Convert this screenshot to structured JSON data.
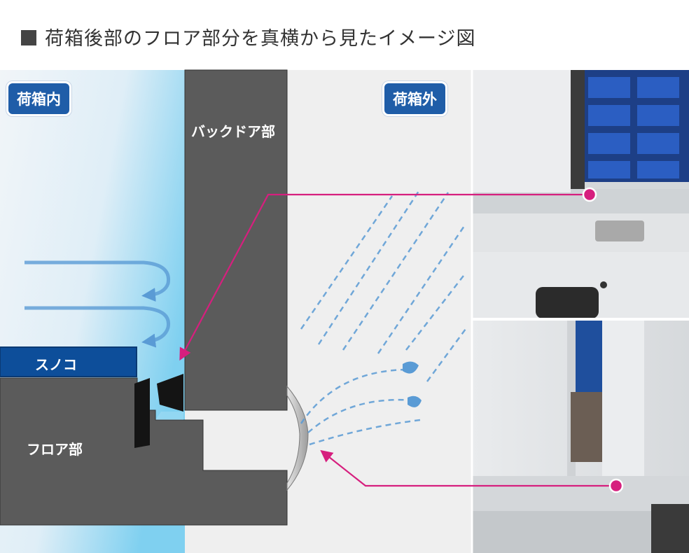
{
  "title": "荷箱後部のフロア部分を真横から見たイメージ図",
  "labels": {
    "inside": "荷箱内",
    "outside": "荷箱外",
    "back_door": "バックドア部",
    "sunoko": "スノコ",
    "floor": "フロア部"
  },
  "colors": {
    "badge": "#1f5da8",
    "structure": "#5b5b5b",
    "sunoko": "#0d4e9a",
    "pointer": "#d61f7e",
    "airflow": "#5a9bd5",
    "water": "#5a9bd5"
  }
}
